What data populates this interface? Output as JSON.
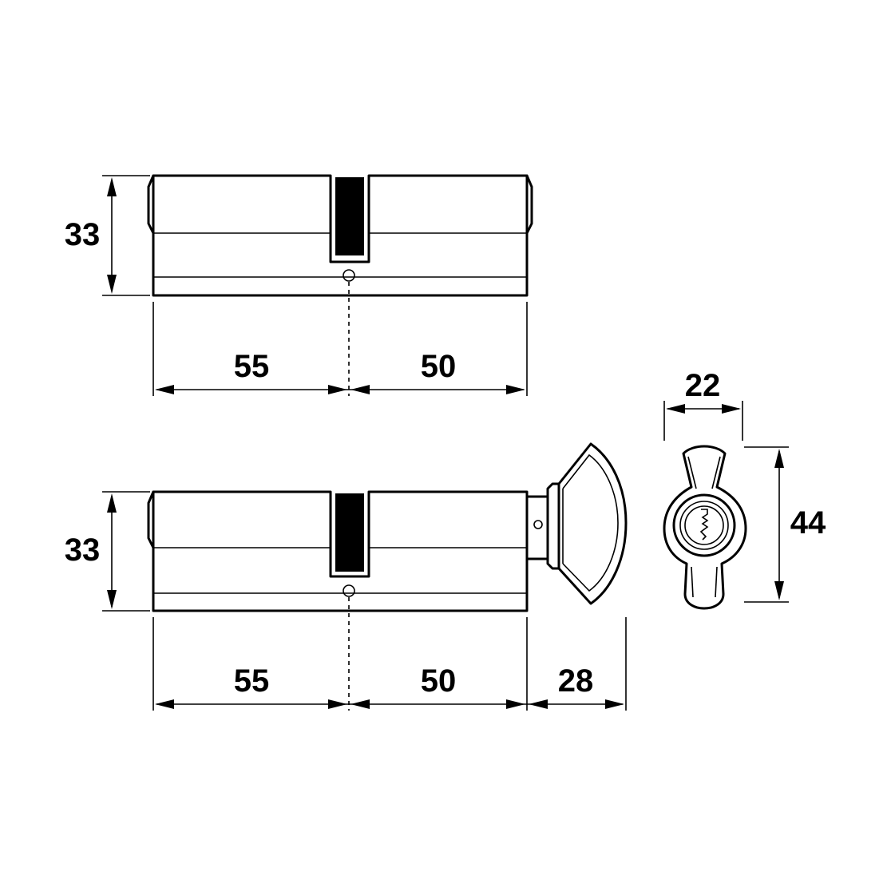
{
  "dimensions": {
    "top_height": "33",
    "top_left_length": "55",
    "top_right_length": "50",
    "bottom_height": "33",
    "bottom_left_length": "55",
    "bottom_right_length": "50",
    "bottom_knob_length": "28",
    "end_view_width": "22",
    "end_view_height": "44"
  }
}
